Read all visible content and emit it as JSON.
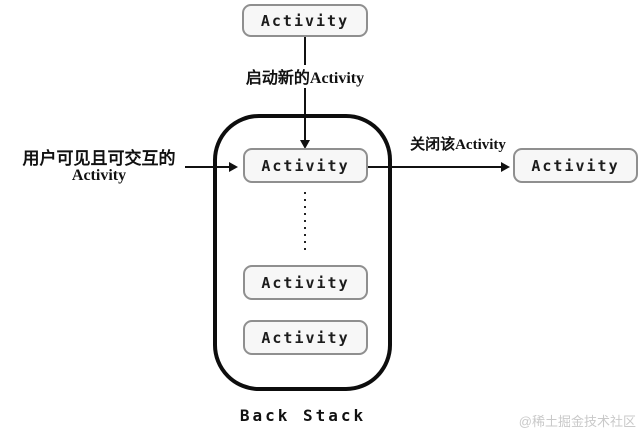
{
  "diagram": {
    "top_box_label": "Activity",
    "launch_arrow_label": "启动新的Activity",
    "left_caption": {
      "line1": "用户可见且可交互的",
      "line2": "Activity"
    },
    "close_arrow_label": "关闭该Activity",
    "closed_box_label": "Activity",
    "back_stack": {
      "caption": "Back Stack",
      "boxes": [
        {
          "label": "Activity"
        },
        {
          "label": "Activity"
        },
        {
          "label": "Activity"
        }
      ]
    },
    "watermark": "@稀土掘金技术社区",
    "colors": {
      "box_background": "#f7f7f7",
      "box_border": "#8f8f8f",
      "stack_border": "#0d0d0d",
      "line": "#111111",
      "text": "#111111",
      "watermark": "#c9c9c9"
    }
  }
}
